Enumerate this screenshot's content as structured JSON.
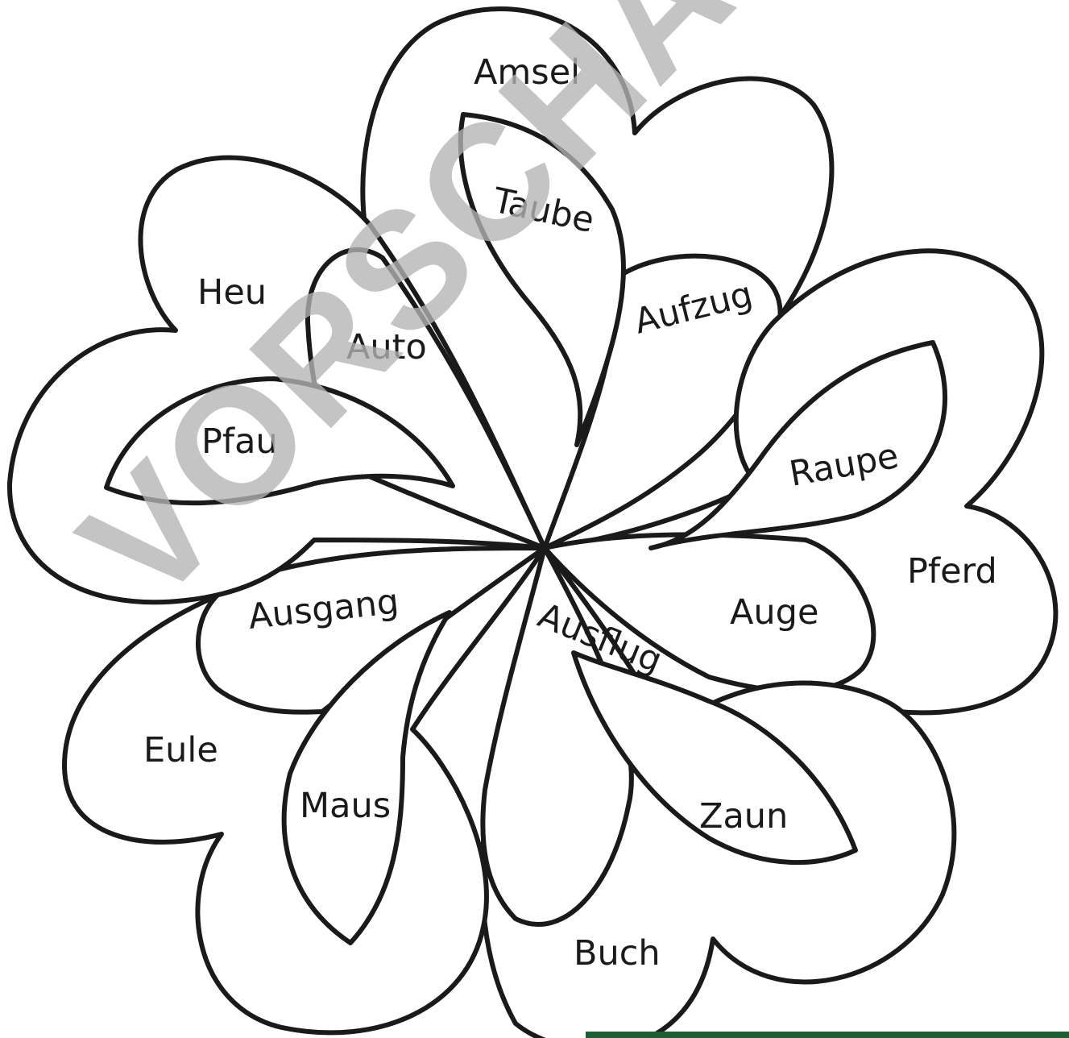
{
  "watermark": "VORSCHAU",
  "words": {
    "amsel": "Amsel",
    "taube": "Taube",
    "aufzug": "Aufzug",
    "heu": "Heu",
    "auto": "Auto",
    "pfau": "Pfau",
    "raupe": "Raupe",
    "pferd": "Pferd",
    "auge": "Auge",
    "ausgang": "Ausgang",
    "ausflug": "Ausflug",
    "eule": "Eule",
    "maus": "Maus",
    "zaun": "Zaun",
    "buch": "Buch"
  },
  "colors": {
    "outline": "#1a1a1a",
    "watermark": "#b4b4b4",
    "footer_bar": "#1f5e34"
  }
}
